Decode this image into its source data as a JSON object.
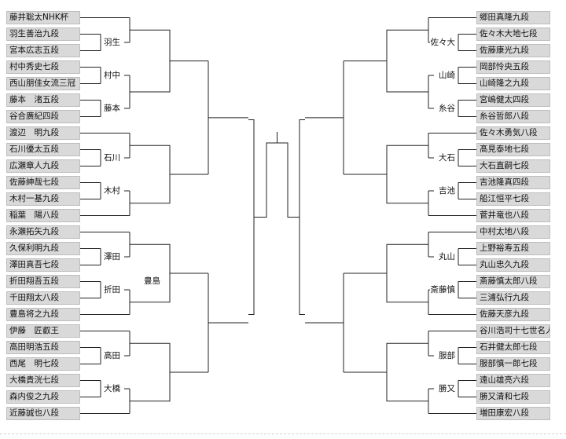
{
  "left_players": [
    "藤井聡太NHK杯",
    "羽生善治九段",
    "宮本広志五段",
    "村中秀史七段",
    "西山朋佳女流三冠",
    "藤本　渚五段",
    "谷合廣紀四段",
    "渡辺　明九段",
    "石川優太五段",
    "広瀬章人九段",
    "佐藤紳哉七段",
    "木村一基九段",
    "稲葉　陽八段",
    "永瀬拓矢九段",
    "久保利明九段",
    "澤田真吾七段",
    "折田翔吾五段",
    "千田翔太八段",
    "豊島将之九段",
    "伊藤　匠叡王",
    "高田明浩五段",
    "西尾　明七段",
    "大橋貴洸七段",
    "森内俊之九段",
    "近藤誠也八段"
  ],
  "right_players": [
    "郷田真隆九段",
    "佐々木大地七段",
    "佐藤康光九段",
    "岡部怜央五段",
    "山崎隆之九段",
    "宮嶋健太四段",
    "糸谷哲郎八段",
    "佐々木勇気八段",
    "髙見泰地七段",
    "大石直嗣七段",
    "吉池隆真四段",
    "船江恒平七段",
    "菅井竜也八段",
    "中村太地八段",
    "上野裕寿五段",
    "丸山忠久九段",
    "斎藤慎太郎八段",
    "三浦弘行九段",
    "佐藤天彦九段",
    "谷川浩司十七世名人",
    "石井健太郎七段",
    "服部慎一郎七段",
    "遠山雄亮六段",
    "勝又清和七段",
    "増田康宏八段"
  ],
  "left_results": {
    "r1": [
      "羽生",
      "村中",
      "藤本",
      "石川",
      "木村",
      "澤田",
      "折田",
      "高田",
      "大橋"
    ],
    "r2": "豊島"
  },
  "right_results": {
    "r1": [
      "佐々大",
      "山崎",
      "糸谷",
      "大石",
      "吉池",
      "丸山",
      "斎藤慎",
      "服部",
      "勝又"
    ]
  }
}
